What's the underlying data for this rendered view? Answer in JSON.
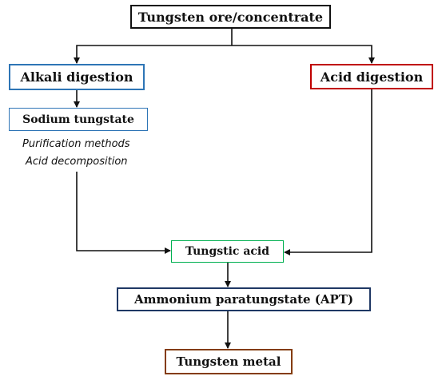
{
  "diagram": {
    "nodes": {
      "ore": "Tungsten ore/concentrate",
      "alkali_digestion": "Alkali digestion",
      "acid_digestion": "Acid digestion",
      "sodium_tungstate": "Sodium tungstate",
      "tungstic_acid": "Tungstic acid",
      "apt": "Ammonium paratungstate (APT)",
      "tungsten_metal": "Tungsten metal"
    },
    "notes": {
      "purification": "Purification methods",
      "acid_decomposition": "Acid decomposition"
    },
    "edges": [
      {
        "from": "ore",
        "to": "alkali_digestion"
      },
      {
        "from": "ore",
        "to": "acid_digestion"
      },
      {
        "from": "alkali_digestion",
        "to": "sodium_tungstate"
      },
      {
        "from": "sodium_tungstate",
        "to": "tungstic_acid"
      },
      {
        "from": "acid_digestion",
        "to": "tungstic_acid"
      },
      {
        "from": "tungstic_acid",
        "to": "apt"
      },
      {
        "from": "apt",
        "to": "tungsten_metal"
      }
    ],
    "colors": {
      "ore_border": "#111111",
      "alkali_border": "#2e75b6",
      "sodium_border": "#2e75b6",
      "acid_border": "#c00000",
      "tungstic_border": "#00b050",
      "apt_border": "#1f3864",
      "metal_border": "#843c0c",
      "connector": "#111111"
    }
  }
}
